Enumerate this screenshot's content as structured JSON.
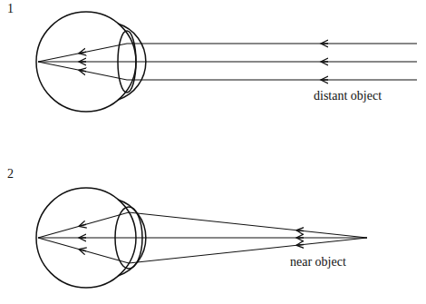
{
  "diagram": {
    "labels": [
      "1",
      "distant object",
      "2",
      "near object"
    ]
  }
}
